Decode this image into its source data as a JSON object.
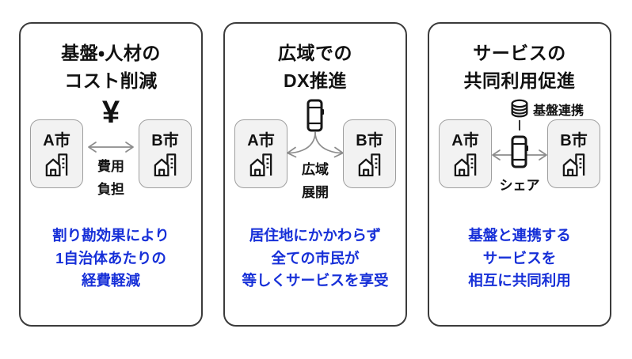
{
  "colors": {
    "accent_blue": "#1730d8",
    "card_border": "#3b3b3b",
    "box_fill": "#f2f2f2",
    "box_border": "#9e9e9e",
    "arrow_gray": "#8c8c8c",
    "icon_black": "#161616"
  },
  "cards": [
    {
      "title": "基盤・人材の\nコスト削減",
      "symbol": "¥",
      "left_city": "A市",
      "right_city": "B市",
      "relation_label": "費用\n負担",
      "benefit": "割り勘効果により\n1自治体あたりの\n経費軽減"
    },
    {
      "title": "広域での\nDX推進",
      "left_city": "A市",
      "right_city": "B市",
      "relation_label": "広域\n展開",
      "benefit": "居住地にかかわらず\n全ての市民が\n等しくサービスを享受"
    },
    {
      "title": "サービスの\n共同利用促進",
      "db_label": "基盤連携",
      "left_city": "A市",
      "right_city": "B市",
      "relation_label": "シェア",
      "benefit": "基盤と連携する\nサービスを\n相互に共同利用"
    }
  ]
}
